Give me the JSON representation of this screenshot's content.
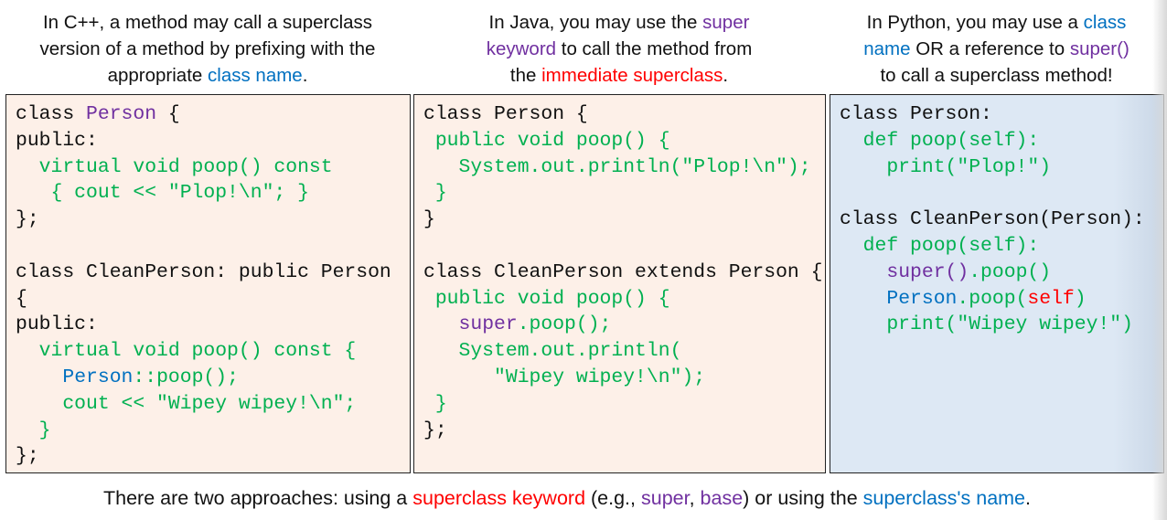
{
  "colors": {
    "green": "#00b050",
    "purple": "#7030a0",
    "blue": "#0070c0",
    "red": "#ff0000",
    "black": "#111111"
  },
  "headers": [
    {
      "lines": [
        [
          [
            "In C++, a method may call a superclass",
            "black"
          ]
        ],
        [
          [
            "version of a method by prefixing with the",
            "black"
          ]
        ],
        [
          [
            "appropriate ",
            "black"
          ],
          [
            "class name",
            "blue"
          ],
          [
            ".",
            "black"
          ]
        ]
      ]
    },
    {
      "lines": [
        [
          [
            "In Java, you may use the ",
            "black"
          ],
          [
            "super",
            "purple"
          ]
        ],
        [
          [
            "keyword",
            "purple"
          ],
          [
            " to call the method from",
            "black"
          ]
        ],
        [
          [
            "the ",
            "black"
          ],
          [
            "immediate superclass",
            "red"
          ],
          [
            ".",
            "black"
          ]
        ]
      ]
    },
    {
      "lines": [
        [
          [
            "In Python, you may use a ",
            "black"
          ],
          [
            "class",
            "blue"
          ]
        ],
        [
          [
            "name",
            "blue"
          ],
          [
            " OR a reference to ",
            "black"
          ],
          [
            "super()",
            "purple"
          ]
        ],
        [
          [
            "to call a superclass method!",
            "black"
          ]
        ]
      ]
    }
  ],
  "code": [
    {
      "lines": [
        [
          [
            "class ",
            "black"
          ],
          [
            "Person",
            "purple"
          ],
          [
            " {",
            "black"
          ]
        ],
        [
          [
            "public:",
            "black"
          ]
        ],
        [
          [
            "  virtual void poop() const",
            "green"
          ]
        ],
        [
          [
            "   { cout << \"Plop!\\n\"; }",
            "green"
          ]
        ],
        [
          [
            "};",
            "black"
          ]
        ],
        [
          [
            "",
            "black"
          ]
        ],
        [
          [
            "class CleanPerson: public Person",
            "black"
          ]
        ],
        [
          [
            "{",
            "black"
          ]
        ],
        [
          [
            "public:",
            "black"
          ]
        ],
        [
          [
            "  virtual void poop() const {",
            "green"
          ]
        ],
        [
          [
            "    ",
            "black"
          ],
          [
            "Person",
            "blue"
          ],
          [
            "::poop();",
            "green"
          ]
        ],
        [
          [
            "    cout << \"Wipey wipey!\\n\";",
            "green"
          ]
        ],
        [
          [
            "  }",
            "green"
          ]
        ],
        [
          [
            "};",
            "black"
          ]
        ]
      ]
    },
    {
      "lines": [
        [
          [
            "class Person {",
            "black"
          ]
        ],
        [
          [
            " public void poop() {",
            "green"
          ]
        ],
        [
          [
            "   System.out.println(\"Plop!\\n\");",
            "green"
          ]
        ],
        [
          [
            " }",
            "green"
          ]
        ],
        [
          [
            "}",
            "black"
          ]
        ],
        [
          [
            "",
            "black"
          ]
        ],
        [
          [
            "class CleanPerson extends Person {",
            "black"
          ]
        ],
        [
          [
            " public void poop() {",
            "green"
          ]
        ],
        [
          [
            "   ",
            "black"
          ],
          [
            "super",
            "purple"
          ],
          [
            ".poop();",
            "green"
          ]
        ],
        [
          [
            "   System.out.println(",
            "green"
          ]
        ],
        [
          [
            "      \"Wipey wipey!\\n\");",
            "green"
          ]
        ],
        [
          [
            " }",
            "green"
          ]
        ],
        [
          [
            "};",
            "black"
          ]
        ]
      ]
    },
    {
      "lines": [
        [
          [
            "class Person:",
            "black"
          ]
        ],
        [
          [
            "  def poop(self):",
            "green"
          ]
        ],
        [
          [
            "    print(\"Plop!\")",
            "green"
          ]
        ],
        [
          [
            "",
            "black"
          ]
        ],
        [
          [
            "class CleanPerson(Person):",
            "black"
          ]
        ],
        [
          [
            "  def poop(self):",
            "green"
          ]
        ],
        [
          [
            "    ",
            "black"
          ],
          [
            "super()",
            "purple"
          ],
          [
            ".poop()",
            "green"
          ]
        ],
        [
          [
            "    ",
            "black"
          ],
          [
            "Person",
            "blue"
          ],
          [
            ".poop(",
            "green"
          ],
          [
            "self",
            "red"
          ],
          [
            ")",
            "green"
          ]
        ],
        [
          [
            "    print(\"Wipey wipey!\")",
            "green"
          ]
        ]
      ]
    }
  ],
  "footer": [
    [
      "There are two approaches: using a ",
      "black"
    ],
    [
      "superclass keyword",
      "red"
    ],
    [
      " (e.g., ",
      "black"
    ],
    [
      "super",
      "purple"
    ],
    [
      ", ",
      "black"
    ],
    [
      "base",
      "purple"
    ],
    [
      ") or using the ",
      "black"
    ],
    [
      "superclass's name",
      "blue"
    ],
    [
      ".",
      "black"
    ]
  ]
}
